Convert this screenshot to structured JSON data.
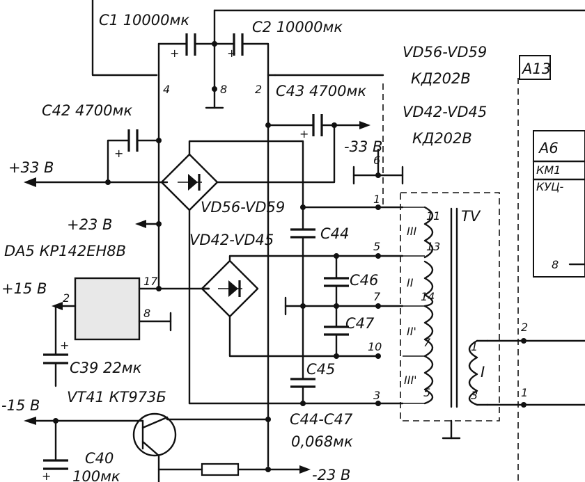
{
  "labels": {
    "c1": "C1  10000мк",
    "c2": "C2  10000мк",
    "c42": "C42  4700мк",
    "c43": "C43  4700мк",
    "vd_top1": "VD56-VD59",
    "vd_top2": "КД202В",
    "vd_top3": "VD42-VD45",
    "vd_top4": "КД202В",
    "a13": "A13",
    "a6": "A6",
    "km1": "КМ1",
    "kyc": "КУЦ-",
    "v33p": "+33 В",
    "v33n": "-33 В",
    "v23p": "+23 В",
    "v23n": "-23 В",
    "v15p": "+15 В",
    "v15n": "-15 В",
    "da5": "DA5  КР142ЕН8В",
    "br1": "VD56-VD59",
    "br2": "VD42-VD45",
    "c44": "C44",
    "c45": "C45",
    "c46": "C46",
    "c47": "C47",
    "c39": "C39  22мк",
    "c40": "C40",
    "c40v": "100мк",
    "vt41": "VT41  КТ973Б",
    "c44c47": "C44-C47",
    "c44c47v": "0,068мк",
    "tv": "TV",
    "w3": "III",
    "w2": "II",
    "w2p": "II'",
    "w3p": "III'",
    "w1": "I",
    "pin4": "4",
    "pin8": "8",
    "pin2": "2",
    "pin6": "6",
    "pin1": "1",
    "pin5": "5",
    "pin7": "7",
    "pin10": "10",
    "pin3": "3",
    "pin17": "17",
    "pin8b": "8",
    "pin2b": "2",
    "tw11": "11",
    "tw13": "13",
    "tw14": "14",
    "tw7": "7",
    "tw5": "5",
    "tw1": "1",
    "tw3": "3",
    "rc2": "2",
    "rc1": "1",
    "pinB": "8",
    "plus": "+"
  }
}
